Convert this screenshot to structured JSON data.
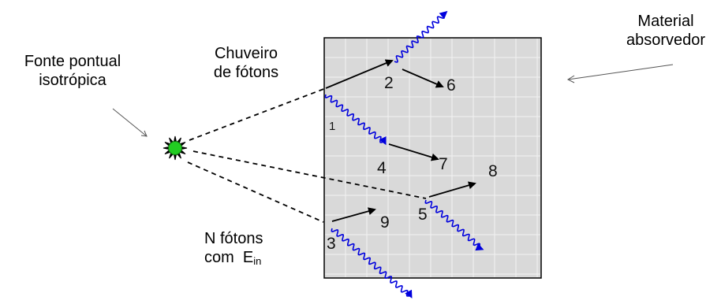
{
  "labels": {
    "source_line1": "Fonte pontual",
    "source_line2": "isotrópica",
    "shower_line1": "Chuveiro",
    "shower_line2": "de fótons",
    "material_line1": "Material",
    "material_line2": "absorvedor",
    "photons_line1": "N fótons",
    "photons_line2_prefix": "com",
    "energy_symbol": "E",
    "energy_subscript": "in"
  },
  "numbers": [
    "1",
    "2",
    "3",
    "4",
    "5",
    "6",
    "7",
    "8",
    "9"
  ],
  "icons": {
    "source": "green-starburst-icon"
  },
  "colors": {
    "material_fill": "#d9d9d9",
    "grid": "#f2f2f2",
    "photon": "#0000dd",
    "source_fill": "#22cc22",
    "arrow": "#000000"
  }
}
